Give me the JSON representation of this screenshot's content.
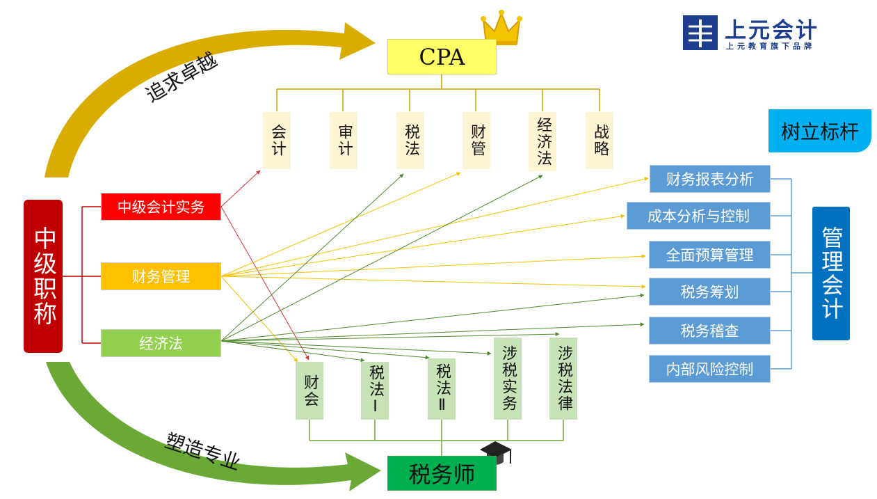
{
  "logo": {
    "name": "上元会计",
    "tagline": "上元教育旗下品牌",
    "color": "#1c3e8c"
  },
  "center_left": {
    "label": "中级职称",
    "color": "#c00000"
  },
  "left_subjects": [
    {
      "label": "中级会计实务",
      "color": "#ff0000"
    },
    {
      "label": "财务管理",
      "color": "#ffc000"
    },
    {
      "label": "经济法",
      "color": "#92d050"
    }
  ],
  "cpa": {
    "label": "CPA",
    "color": "#ffff66",
    "icon": "crown-icon",
    "subjects": [
      "会计",
      "审计",
      "税法",
      "财管",
      "经济法",
      "战略"
    ]
  },
  "tax_advisor": {
    "label": "税务师",
    "color": "#00b050",
    "icon": "graduation-cap-icon",
    "subjects": [
      "财会",
      "税法Ⅰ",
      "税法Ⅱ",
      "涉税实务",
      "涉税法律"
    ]
  },
  "management_accounting": {
    "label": "管理会计",
    "color": "#0070c0",
    "items": [
      "财务报表分析",
      "成本分析与控制",
      "全面预算管理",
      "税务筹划",
      "税务稽查",
      "内部风险控制"
    ]
  },
  "tag_benchmark": {
    "label": "树立标杆",
    "color": "#00b0f0"
  },
  "arrow_top": {
    "label": "追求卓越",
    "color": "#c9a300"
  },
  "arrow_bottom": {
    "label": "塑造专业",
    "color": "#5f9e2f"
  }
}
